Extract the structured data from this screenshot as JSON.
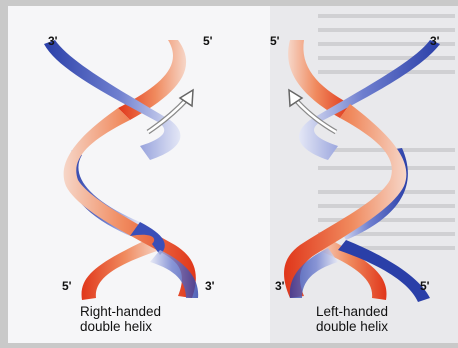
{
  "colors": {
    "blue_strand": "#2a3fa8",
    "red_strand": "#e0361a",
    "arrow": "#8a8a8a",
    "panel_bg": "#f6f6f8",
    "page_bg": "#c9c9c9"
  },
  "right_helix": {
    "top_left_label": "3'",
    "top_right_label": "5'",
    "bottom_left_label": "5'",
    "bottom_right_label": "3'",
    "caption_line1": "Right-handed",
    "caption_line2": "double helix",
    "arrow_icon": "curved-arrow-up-right"
  },
  "left_helix": {
    "top_left_label": "5'",
    "top_right_label": "3'",
    "bottom_left_label": "3'",
    "bottom_right_label": "5'",
    "caption_line1": "Left-handed",
    "caption_line2": "double helix",
    "arrow_icon": "curved-arrow-up-left"
  }
}
